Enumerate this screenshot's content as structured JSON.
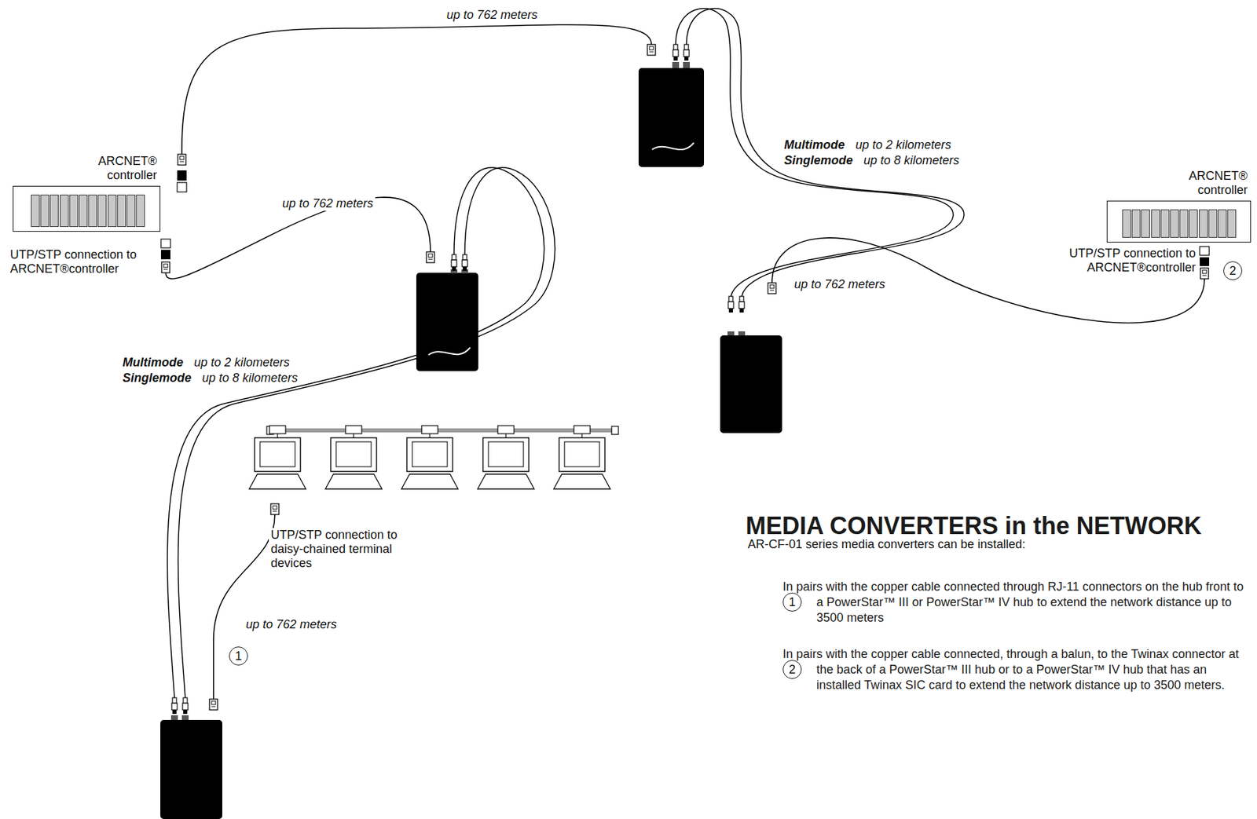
{
  "diagram": {
    "title": "MEDIA CONVERTERS in the NETWORK",
    "nodes": [
      {
        "text": [
          "ARCNET® controller"
        ]
      },
      {
        "text": [
          "ARCNET® controller"
        ]
      }
    ],
    "labels": [
      "up to 762 meters",
      "Multimode",
      "up to 2 kilometers",
      "Singlemode",
      "up to 8 kilometers",
      "UTP/STP connection to ARCNET®controller",
      "up to 762 meters",
      "Multimode",
      "up to 2 kilometers",
      "Singlemode",
      "up to 8 kilometers",
      "up to 762 meters",
      "UTP/STP connection to ARCNET®controller",
      "2",
      "UTP/STP connection to daisy-chained terminal devices",
      "up to 762 meters",
      "1",
      "AR-CF-01 series media converters can be installed:",
      "1",
      "In pairs with the copper cable connected through RJ-11 connectors on the hub front to a PowerStar™ III or PowerStar™ IV hub to extend the network distance up to 3500 meters",
      "2",
      "In pairs with the copper cable connected, through a balun, to the Twinax connector at the back of a PowerStar™ III hub or to a PowerStar™ IV hub that has an installed Twinax SIC card to extend the network distance up to 3500 meters."
    ]
  }
}
